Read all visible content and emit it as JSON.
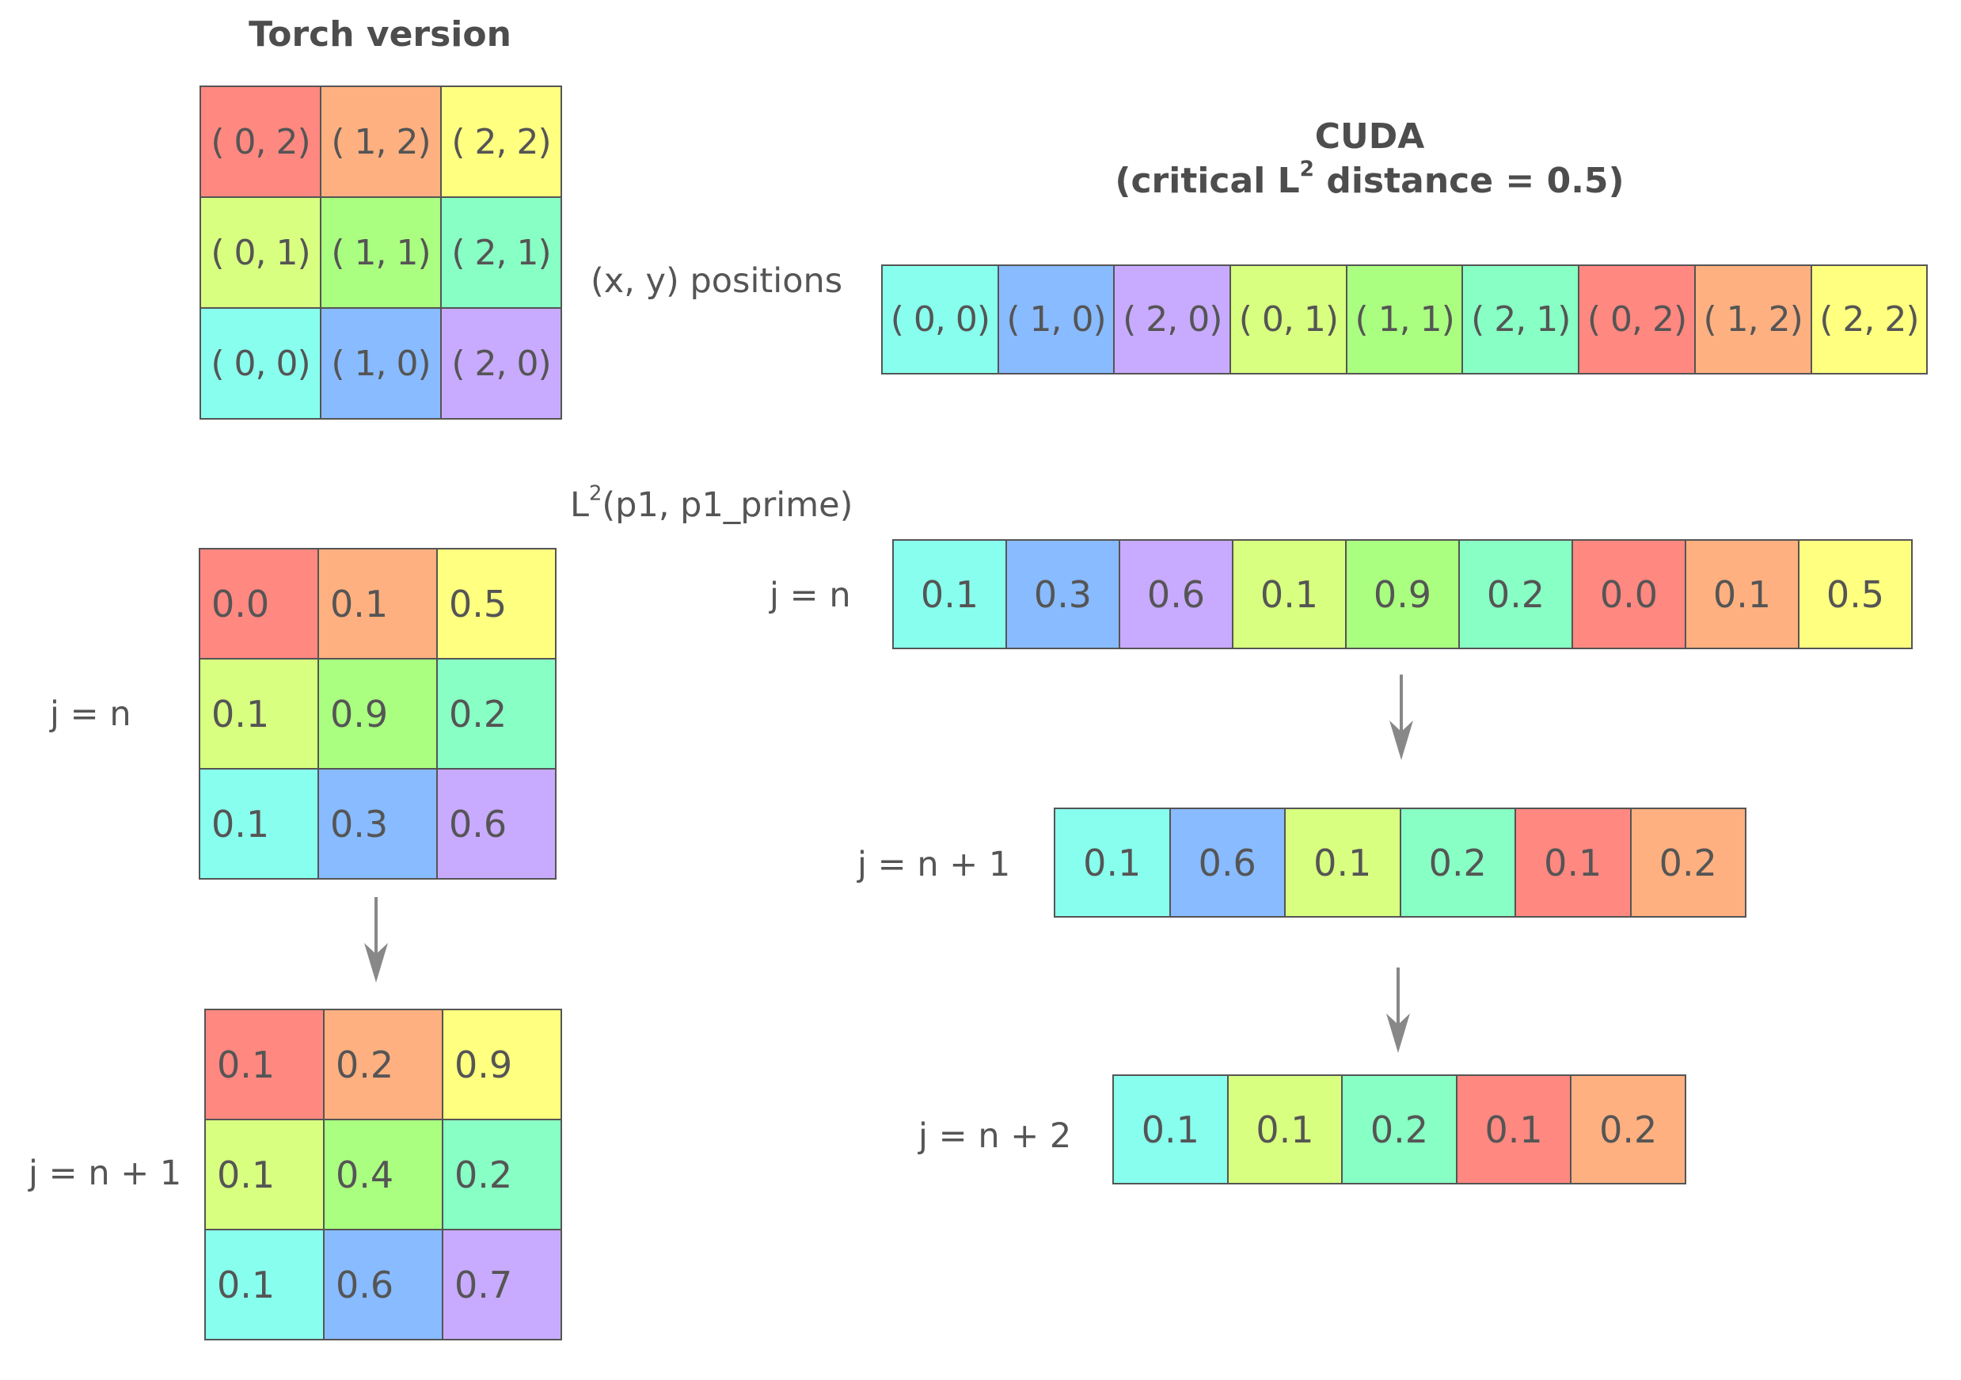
{
  "colors": {
    "c00": "#88ffee",
    "c10": "#88bbff",
    "c20": "#c8aaff",
    "c01": "#d8ff80",
    "c11": "#aaff80",
    "c21": "#88ffc4",
    "c02": "#ff8880",
    "c12": "#ffb080",
    "c22": "#ffff80",
    "arrow": "#888888"
  },
  "torch": {
    "title": "Torch version",
    "positions": [
      [
        {
          "t": "( 0, 2)",
          "c": "c02"
        },
        {
          "t": "( 1, 2)",
          "c": "c12"
        },
        {
          "t": "( 2, 2)",
          "c": "c22"
        }
      ],
      [
        {
          "t": "( 0, 1)",
          "c": "c01"
        },
        {
          "t": "( 1, 1)",
          "c": "c11"
        },
        {
          "t": "( 2, 1)",
          "c": "c21"
        }
      ],
      [
        {
          "t": "( 0, 0)",
          "c": "c00"
        },
        {
          "t": "( 1, 0)",
          "c": "c10"
        },
        {
          "t": "( 2, 0)",
          "c": "c20"
        }
      ]
    ],
    "step_n": {
      "label": "j = n",
      "cells": [
        [
          {
            "t": "0.0",
            "c": "c02"
          },
          {
            "t": "0.1",
            "c": "c12"
          },
          {
            "t": "0.5",
            "c": "c22"
          }
        ],
        [
          {
            "t": "0.1",
            "c": "c01"
          },
          {
            "t": "0.9",
            "c": "c11"
          },
          {
            "t": "0.2",
            "c": "c21"
          }
        ],
        [
          {
            "t": "0.1",
            "c": "c00"
          },
          {
            "t": "0.3",
            "c": "c10"
          },
          {
            "t": "0.6",
            "c": "c20"
          }
        ]
      ]
    },
    "step_n1": {
      "label": "j = n + 1",
      "cells": [
        [
          {
            "t": "0.1",
            "c": "c02"
          },
          {
            "t": "0.2",
            "c": "c12"
          },
          {
            "t": "0.9",
            "c": "c22"
          }
        ],
        [
          {
            "t": "0.1",
            "c": "c01"
          },
          {
            "t": "0.4",
            "c": "c11"
          },
          {
            "t": "0.2",
            "c": "c21"
          }
        ],
        [
          {
            "t": "0.1",
            "c": "c00"
          },
          {
            "t": "0.6",
            "c": "c10"
          },
          {
            "t": "0.7",
            "c": "c20"
          }
        ]
      ]
    }
  },
  "middle": {
    "positions_label": "(x, y) positions",
    "l2_prefix": "L",
    "l2_exp": "2",
    "l2_suffix": "(p1, p1_prime)"
  },
  "cuda": {
    "title_line1": "CUDA",
    "title_line2_prefix": "(critical L",
    "title_line2_exp": "2",
    "title_line2_suffix": " distance = 0.5)",
    "positions": [
      {
        "t": "( 0, 0)",
        "c": "c00"
      },
      {
        "t": "( 1, 0)",
        "c": "c10"
      },
      {
        "t": "( 2, 0)",
        "c": "c20"
      },
      {
        "t": "( 0, 1)",
        "c": "c01"
      },
      {
        "t": "( 1, 1)",
        "c": "c11"
      },
      {
        "t": "( 2, 1)",
        "c": "c21"
      },
      {
        "t": "( 0, 2)",
        "c": "c02"
      },
      {
        "t": "( 1, 2)",
        "c": "c12"
      },
      {
        "t": "( 2, 2)",
        "c": "c22"
      }
    ],
    "step_n": {
      "label": "j = n",
      "cells": [
        {
          "t": "0.1",
          "c": "c00"
        },
        {
          "t": "0.3",
          "c": "c10"
        },
        {
          "t": "0.6",
          "c": "c20"
        },
        {
          "t": "0.1",
          "c": "c01"
        },
        {
          "t": "0.9",
          "c": "c11"
        },
        {
          "t": "0.2",
          "c": "c21"
        },
        {
          "t": "0.0",
          "c": "c02"
        },
        {
          "t": "0.1",
          "c": "c12"
        },
        {
          "t": "0.5",
          "c": "c22"
        }
      ]
    },
    "step_n1": {
      "label": "j = n + 1",
      "cells": [
        {
          "t": "0.1",
          "c": "c00"
        },
        {
          "t": "0.6",
          "c": "c10"
        },
        {
          "t": "0.1",
          "c": "c01"
        },
        {
          "t": "0.2",
          "c": "c21"
        },
        {
          "t": "0.1",
          "c": "c02"
        },
        {
          "t": "0.2",
          "c": "c12"
        }
      ]
    },
    "step_n2": {
      "label": "j = n + 2",
      "cells": [
        {
          "t": "0.1",
          "c": "c00"
        },
        {
          "t": "0.1",
          "c": "c01"
        },
        {
          "t": "0.2",
          "c": "c21"
        },
        {
          "t": "0.1",
          "c": "c02"
        },
        {
          "t": "0.2",
          "c": "c12"
        }
      ]
    }
  }
}
